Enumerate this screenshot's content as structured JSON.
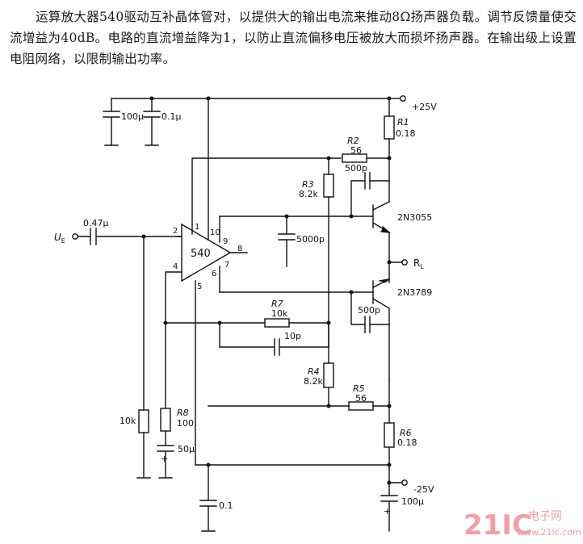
{
  "description_text": "运算放大器540驱动互补晶体管对，以提供大的输出电流来推动8Ω扬声器负载。调节反馈量使交流增益为40dB。电路的直流增益降为1，以防止直流偏移电压被放大而损坏扬声器。在输出级上设置电阻网络，以限制输出功率。",
  "labels": {
    "vplus": "+25V",
    "vminus": "-25V",
    "input": "U",
    "input_sub": "E",
    "output": "R",
    "output_sub": "L",
    "opamp": "540",
    "c_in": "0.47μ",
    "c_100u_top": "100μ",
    "c_01u_top": "0.1μ",
    "c_5000p": "5000p",
    "c_500p_top": "500p",
    "c_500p_bot": "500p",
    "c_10p": "10p",
    "c_50u": "50μ",
    "c_01_bot": "0.1",
    "c_100u_bot": "100μ",
    "r1_name": "R1",
    "r1_val": "0.18",
    "r2_name": "R2",
    "r2_val": "56",
    "r3_name": "R3",
    "r3_val": "8.2k",
    "r4_name": "R4",
    "r4_val": "8.2k",
    "r5_name": "R5",
    "r5_val": "56",
    "r6_name": "R6",
    "r6_val": "0.18",
    "r7_name": "R7",
    "r7_val": "10k",
    "r8_name": "R8",
    "r8_val": "100",
    "r_10k": "10k",
    "q1": "2N3055",
    "q2": "2N3789",
    "plus_50u": "+",
    "plus_100u": "+"
  },
  "pins": [
    "1",
    "2",
    "4",
    "5",
    "6",
    "7",
    "8",
    "9",
    "10"
  ],
  "watermark": {
    "brand": "21IC",
    "cn": "电子网",
    "url": "www.21ic.com"
  },
  "colors": {
    "line": "#111111",
    "watermark": "#f2a0a6"
  }
}
